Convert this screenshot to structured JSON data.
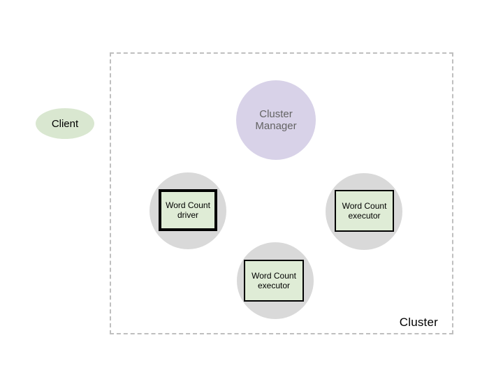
{
  "slide": {
    "background": "#ffffff"
  },
  "boundary": {
    "label": "Cluster",
    "border_color": "#bfbfbf",
    "border_style": "dashed"
  },
  "nodes": {
    "client": {
      "shape": "ellipse",
      "label": "Client",
      "fill": "#d9e7d0",
      "text_color": "#000000"
    },
    "cluster_manager": {
      "shape": "circle",
      "line1": "Cluster",
      "line2": "Manager",
      "fill": "#d8d2e8",
      "text_color": "#636363"
    },
    "word_count_driver": {
      "shape": "box-in-circle",
      "line1": "Word Count",
      "line2": "driver",
      "circle_fill": "#d9d9d9",
      "box_fill": "#dfecd6",
      "box_border_color": "#000000"
    },
    "word_count_executor_right": {
      "shape": "box-in-circle",
      "line1": "Word Count",
      "line2": "executor",
      "circle_fill": "#d9d9d9",
      "box_fill": "#dfecd6",
      "box_border_color": "#000000"
    },
    "word_count_executor_bottom": {
      "shape": "box-in-circle",
      "line1": "Word Count",
      "line2": "executor",
      "circle_fill": "#d9d9d9",
      "box_fill": "#dfecd6",
      "box_border_color": "#000000"
    }
  }
}
